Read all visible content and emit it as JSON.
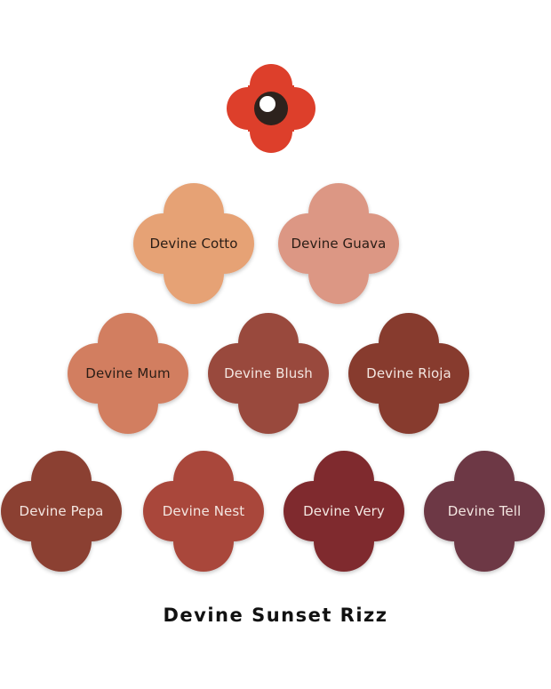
{
  "logo": {
    "icon": "flower-logo-icon",
    "petal_color": "#dd3f2b",
    "center_color": "#2d221d",
    "highlight_color": "#ffffff"
  },
  "palette_name": "Devine Sunset Rizz",
  "swatches": [
    {
      "label": "Devine Cotto",
      "color": "#e6a275",
      "text_color": "#2a1d16"
    },
    {
      "label": "Devine Guava",
      "color": "#dc9784",
      "text_color": "#2a1d16"
    },
    {
      "label": "Devine Mum",
      "color": "#d27e60",
      "text_color": "#2a1d16"
    },
    {
      "label": "Devine Blush",
      "color": "#994a3e",
      "text_color": "#f3e6e1"
    },
    {
      "label": "Devine Rioja",
      "color": "#873b2e",
      "text_color": "#f3e6e1"
    },
    {
      "label": "Devine Pepa",
      "color": "#8b3f32",
      "text_color": "#f3e6e1"
    },
    {
      "label": "Devine Nest",
      "color": "#a9463b",
      "text_color": "#f3e6e1"
    },
    {
      "label": "Devine Very",
      "color": "#7f2b2d",
      "text_color": "#f3e6e1"
    },
    {
      "label": "Devine Tell",
      "color": "#6d3944",
      "text_color": "#f3e6e1"
    }
  ]
}
